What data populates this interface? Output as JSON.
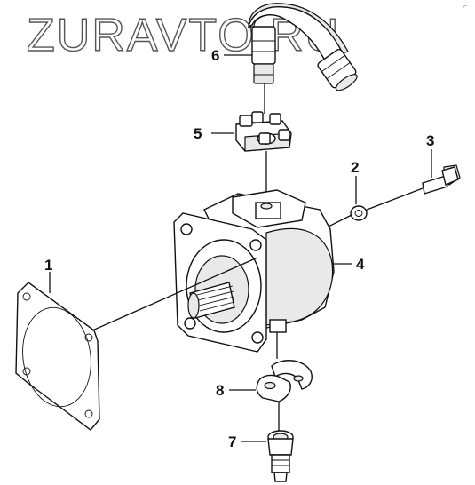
{
  "watermark": "ZURAVTO.RU",
  "corner_mark": "⌐",
  "callouts": [
    {
      "id": "1",
      "text": "1"
    },
    {
      "id": "2",
      "text": "2"
    },
    {
      "id": "3",
      "text": "3"
    },
    {
      "id": "4",
      "text": "4"
    },
    {
      "id": "5",
      "text": "5"
    },
    {
      "id": "6",
      "text": "6"
    },
    {
      "id": "7",
      "text": "7"
    },
    {
      "id": "8",
      "text": "8"
    }
  ]
}
